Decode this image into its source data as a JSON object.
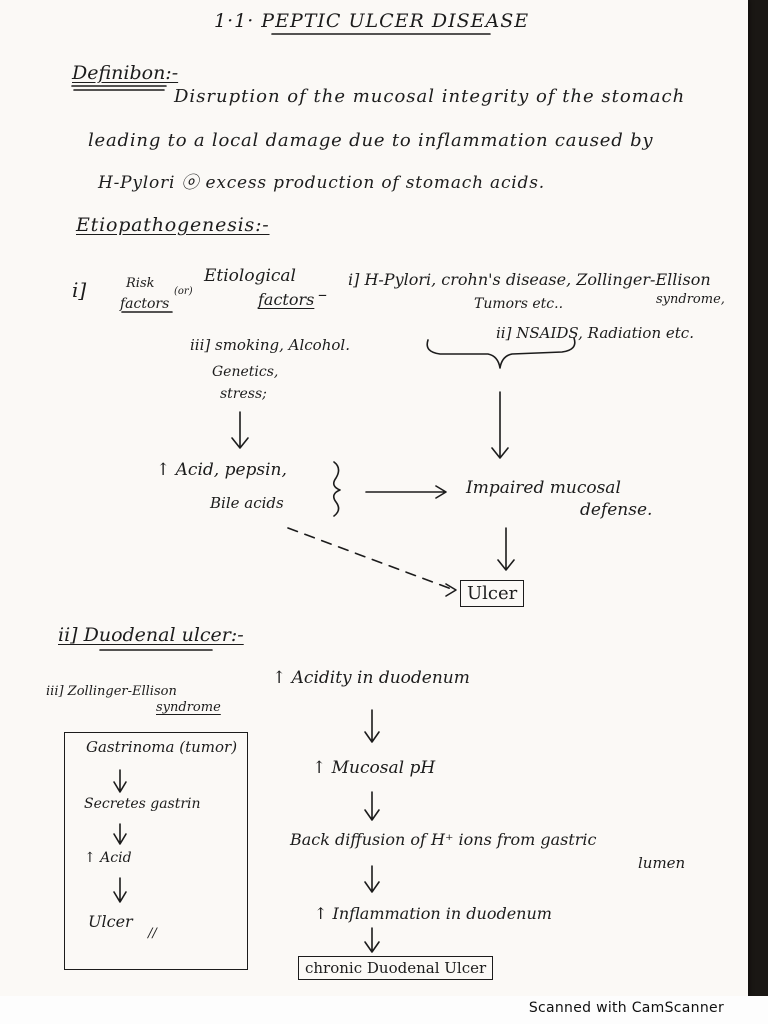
{
  "page": {
    "title": "1·1· PEPTIC ULCER DISEASE",
    "definition_heading": "Definibon:-",
    "definition_lines": [
      "Disruption of the mucosal integrity of the stomach",
      "leading to a local damage due to inflammation caused by",
      "H-Pylori ⓞ excess production of stomach acids."
    ],
    "etio_heading": "Etiopathogenesis:-",
    "section1": {
      "number": "i]",
      "risk_a": "Risk",
      "risk_b": "factors",
      "or": "(or)",
      "etio_a": "Etiological",
      "etio_b": "factors",
      "dash": "–",
      "cause_i": "i] H-Pylori, crohn's disease, Zollinger-Ellison",
      "cause_i_b": "Tumors etc..",
      "cause_i_c": "syndrome,",
      "cause_ii": "ii] NSAIDS, Radiation etc.",
      "cause_iii": "iii] smoking, Alcohol.",
      "cause_iii_b": "Genetics,",
      "cause_iii_c": "stress;",
      "acid_a": "↑ Acid, pepsin,",
      "acid_b": "Bile acids",
      "impaired_a": "Impaired mucosal",
      "impaired_b": "defense.",
      "ulcer": "Ulcer"
    },
    "section2": {
      "heading": "ii] Duodenal ulcer:-",
      "steps": [
        "↑ Acidity in duodenum",
        "↑ Mucosal pH",
        "Back diffusion of H⁺ ions from gastric",
        "↑ Inflammation in duodenum"
      ],
      "step_cont": "lumen",
      "final": "chronic Duodenal Ulcer"
    },
    "section3": {
      "heading_a": "iii] Zollinger-Ellison",
      "heading_b": "syndrome",
      "steps": [
        "Gastrinoma (tumor)",
        "Secretes gastrin",
        "↑ Acid",
        "Ulcer"
      ],
      "tick": "//"
    },
    "footer": "Scanned with CamScanner"
  }
}
